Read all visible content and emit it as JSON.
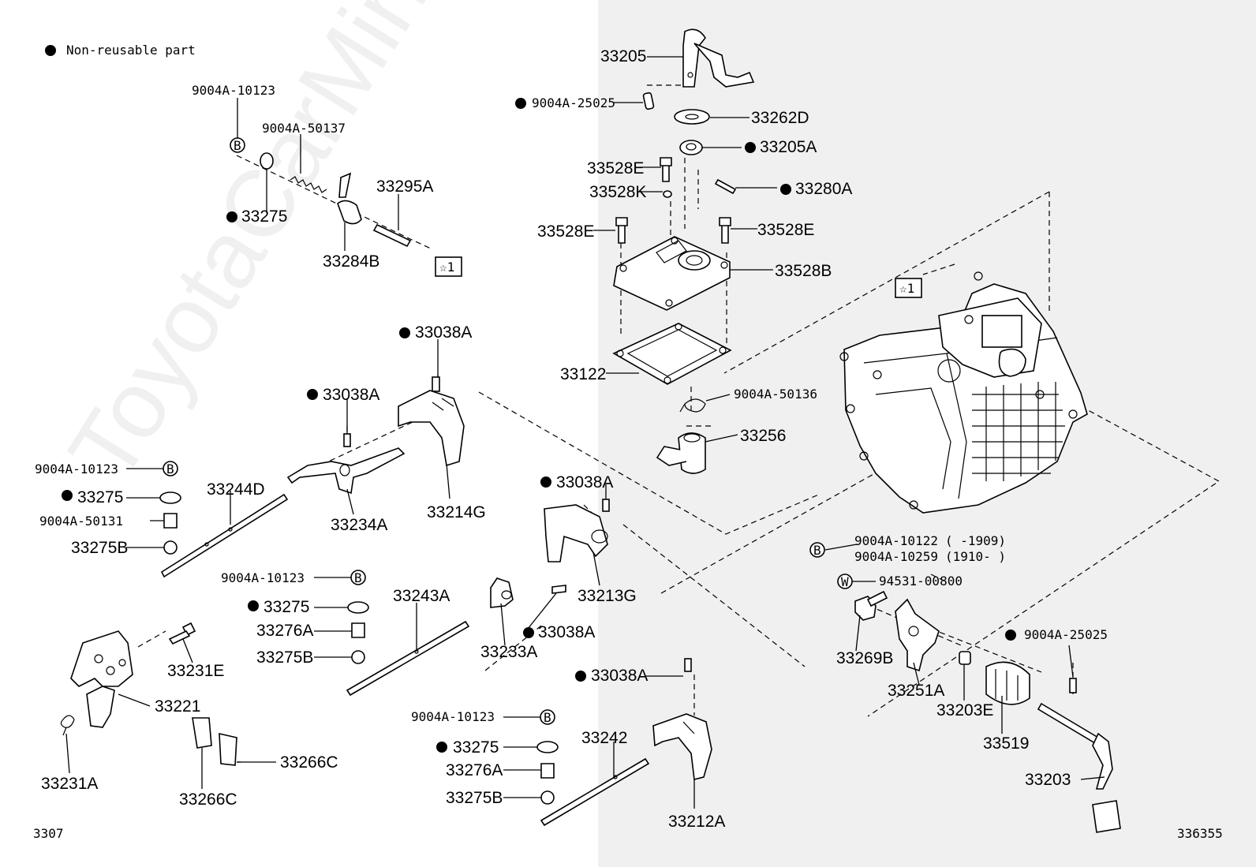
{
  "legend": {
    "text": "Non-reusable part"
  },
  "footer": {
    "left_code": "3307",
    "right_code": "336355"
  },
  "watermark": "ToyotaCarMine.ru",
  "box_marker": "☆1",
  "circle_b": "B",
  "circle_w": "W",
  "labels": {
    "p_33205": "33205",
    "p_9004A_25025_top": "9004A-25025",
    "p_33262D": "33262D",
    "p_33205A": "33205A",
    "p_33528E_a": "33528E",
    "p_33528K": "33528K",
    "p_33280A": "33280A",
    "p_33528E_b": "33528E",
    "p_33528E_c": "33528E",
    "p_33528B": "33528B",
    "p_33122": "33122",
    "p_9004A_50136": "9004A-50136",
    "p_33256": "33256",
    "p_9004A_10123_top": "9004A-10123",
    "p_9004A_50137": "9004A-50137",
    "p_33295A": "33295A",
    "p_33275_top": "33275",
    "p_33284B": "33284B",
    "p_33038A_1": "33038A",
    "p_33038A_2": "33038A",
    "p_9004A_10123_l": "9004A-10123",
    "p_33275_l": "33275",
    "p_9004A_50131": "9004A-50131",
    "p_33275B_l": "33275B",
    "p_33244D": "33244D",
    "p_33234A": "33234A",
    "p_33214G": "33214G",
    "p_33038A_3": "33038A",
    "p_33213G": "33213G",
    "p_9004A_10123_m": "9004A-10123",
    "p_33275_m": "33275",
    "p_33276A_m": "33276A",
    "p_33275B_m": "33275B",
    "p_33243A": "33243A",
    "p_33233A": "33233A",
    "p_33038A_4": "33038A",
    "p_33231E": "33231E",
    "p_33221": "33221",
    "p_33231A": "33231A",
    "p_33266C_a": "33266C",
    "p_33266C_b": "33266C",
    "p_33038A_5": "33038A",
    "p_9004A_10123_b": "9004A-10123",
    "p_33275_b": "33275",
    "p_33276A_b": "33276A",
    "p_33275B_b": "33275B",
    "p_33242": "33242",
    "p_33212A": "33212A",
    "p_9004A_10122": "9004A-10122",
    "p_9004A_10122_range": "(      -1909)",
    "p_9004A_10259": "9004A-10259",
    "p_9004A_10259_range": "(1910-      )",
    "p_94531_00800": "94531-00800",
    "p_33269B": "33269B",
    "p_33251A": "33251A",
    "p_9004A_25025_r": "9004A-25025",
    "p_33203E": "33203E",
    "p_33519": "33519",
    "p_33203": "33203"
  }
}
